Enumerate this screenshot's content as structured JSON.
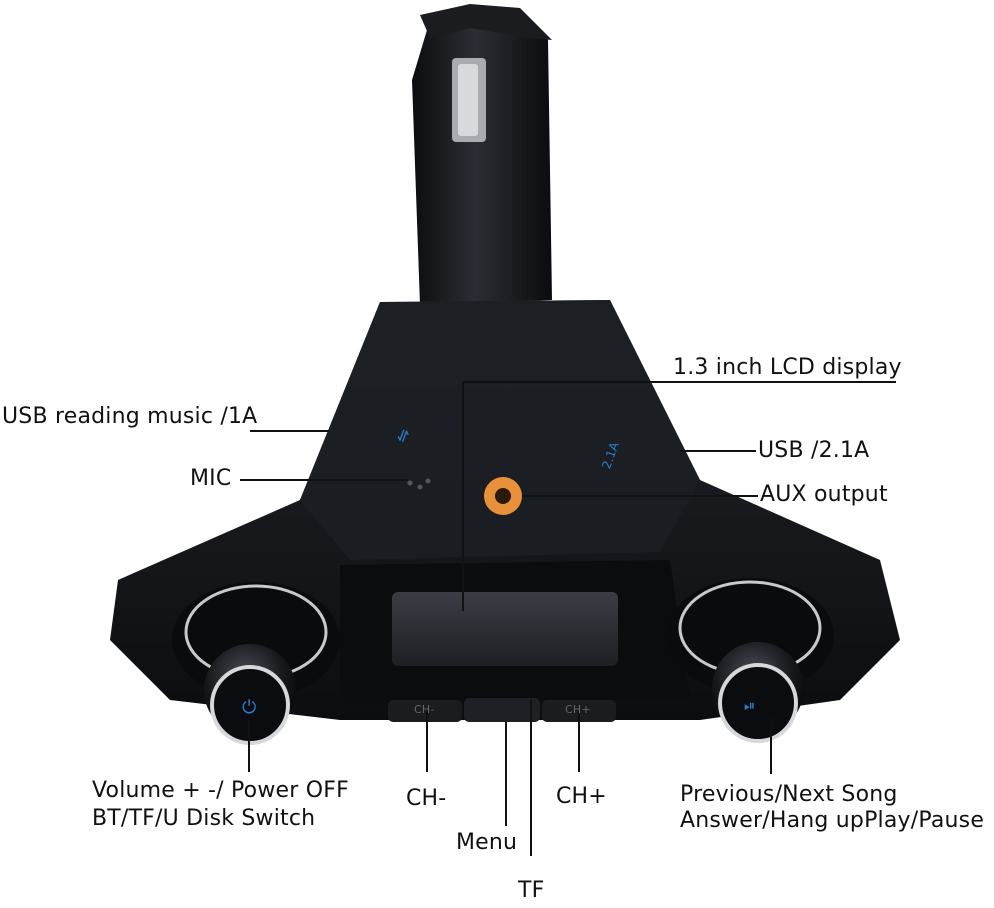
{
  "labels": {
    "lcd": "1.3 inch LCD display",
    "usb_music": "USB reading music /1A",
    "usb_21": "USB /2.1A",
    "mic": "MIC",
    "aux": "AUX output",
    "volume_line1": "Volume + -/ Power OFF",
    "volume_line2": "BT/TF/U Disk Switch",
    "ch_minus": "CH-",
    "ch_plus": "CH+",
    "menu": "Menu",
    "tf": "TF",
    "song_line1": "Previous/Next Song",
    "song_line2": "Answer/Hang upPlay/Pause"
  },
  "device_markings": {
    "usb_icon": "usb-icon",
    "port_rating": "2.1A",
    "button_left": "CH-",
    "button_right": "CH+"
  },
  "colors": {
    "body": "#121418",
    "aux_ring": "#e8913a",
    "accent_blue": "#2a7fd0",
    "line": "#111111"
  }
}
